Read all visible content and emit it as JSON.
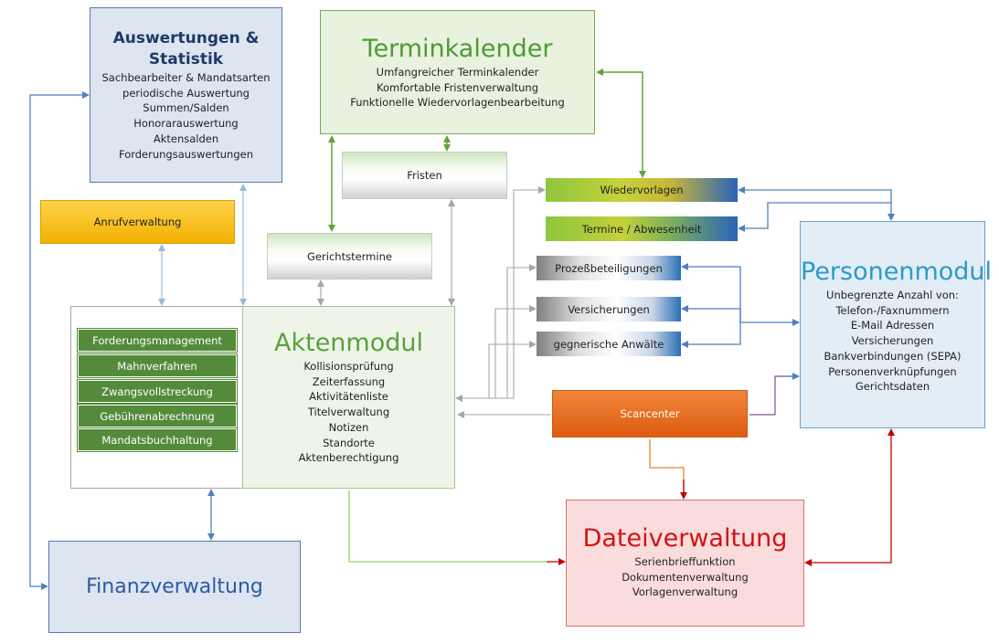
{
  "auswertungen": {
    "title": "Auswertungen & Statistik",
    "lines": [
      "Sachbearbeiter & Mandatsarten",
      "periodische Auswertung",
      "Summen/Salden",
      "Honorarauswertung",
      "Aktensalden",
      "Forderungsauswertungen"
    ]
  },
  "terminkalender": {
    "title": "Terminkalender",
    "lines": [
      "Umfangreicher Terminkalender",
      "Komfortable Fristenverwaltung",
      "Funktionelle Wiedervorlagenbearbeitung"
    ]
  },
  "fristen": {
    "label": "Fristen"
  },
  "gerichtstermine": {
    "label": "Gerichtstermine"
  },
  "anrufverwaltung": {
    "label": "Anrufverwaltung"
  },
  "wiedervorlagen": {
    "label": "Wiedervorlagen"
  },
  "termine_abwesenheit": {
    "label": "Termine / Abwesenheit"
  },
  "prozessbeteiligungen": {
    "label": "Prozeßbeteiligungen"
  },
  "versicherungen": {
    "label": "Versicherungen"
  },
  "gegnerische_anwaelte": {
    "label": "gegnerische Anwälte"
  },
  "scancenter": {
    "label": "Scancenter"
  },
  "aktenmodul": {
    "title": "Aktenmodul",
    "lines": [
      "Kollisionsprüfung",
      "Zeiterfassung",
      "Aktivitätenliste",
      "Titelverwaltung",
      "Notizen",
      "Standorte",
      "Aktenberechtigung"
    ],
    "submodules": [
      "Forderungsmanagement",
      "Mahnverfahren",
      "Zwangsvollstreckung",
      "Gebührenabrechnung",
      "Mandatsbuchhaltung"
    ]
  },
  "personenmodul": {
    "title": "Personenmodul",
    "lines": [
      "Unbegrenzte Anzahl von:",
      "Telefon-/Faxnummern",
      "E-Mail Adressen",
      "Versicherungen",
      "Bankverbindungen (SEPA)",
      "Personenverknüpfungen",
      "Gerichtsdaten"
    ]
  },
  "dateiverwaltung": {
    "title": "Dateiverwaltung",
    "lines": [
      "Serienbrieffunktion",
      "Dokumentenverwaltung",
      "Vorlagenverwaltung"
    ]
  },
  "finanzverwaltung": {
    "title": "Finanzverwaltung"
  },
  "colors": {
    "green_arrow": "#5fa33a",
    "blue_arrow": "#4f81bd",
    "gray_arrow": "#a6a6a6",
    "light_blue_arrow": "#a9c4e0",
    "red_arrow": "#c00000",
    "orange_line": "#e08a2a",
    "purple_line": "#7a4f9a",
    "lime_line": "#9ccc65"
  }
}
